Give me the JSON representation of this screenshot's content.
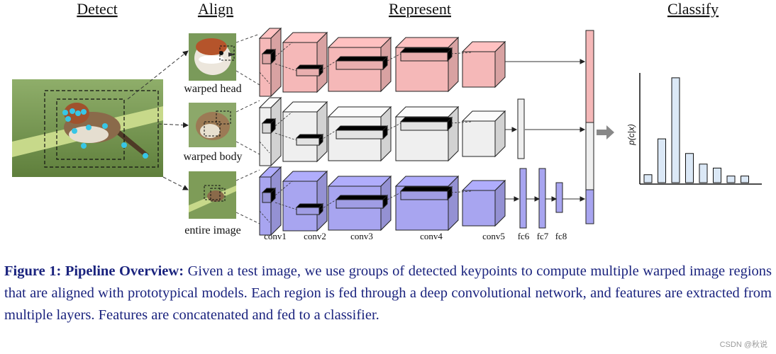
{
  "stages": {
    "detect": "Detect",
    "align": "Align",
    "represent": "Represent",
    "classify": "Classify"
  },
  "crops": {
    "head": "warped head",
    "body": "warped body",
    "entire": "entire image"
  },
  "layers": [
    "conv1",
    "conv2",
    "conv3",
    "conv4",
    "conv5",
    "fc6",
    "fc7",
    "fc8"
  ],
  "axis_label": "p(c|x)",
  "histogram": [
    0.06,
    0.33,
    0.79,
    0.22,
    0.14,
    0.11,
    0.05,
    0.05
  ],
  "colors": {
    "head": "#f5b8b8",
    "body": "#efefef",
    "entire": "#a8a5f0"
  },
  "caption": {
    "lead": "Figure 1: Pipeline Overview:",
    "text": "Given a test image, we use groups of detected keypoints to compute multiple warped image regions that are aligned with prototypical models. Each region is fed through a deep convolutional network, and features are extracted from multiple layers. Features are concatenated and fed to a classifier."
  },
  "watermark": "CSDN @秋说"
}
